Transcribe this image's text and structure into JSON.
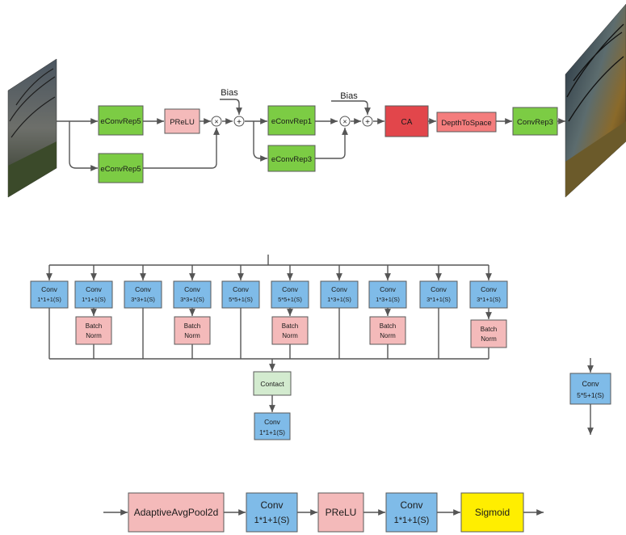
{
  "colors": {
    "green": "#7ccc44",
    "pink": "#f4baba",
    "red": "#e2464b",
    "salmon": "#f47d7d",
    "blue": "#7fbbe8",
    "lightgreen": "#d3ebcf",
    "yellow": "#ffee00",
    "line": "#555555"
  },
  "top": {
    "econvrep5_a": "eConvRep5",
    "econvrep5_b": "eConvRep5",
    "prelu": "PReLU",
    "bias_1": "Bias",
    "bias_2": "Bias",
    "econvrep1": "eConvRep1",
    "econvrep3": "eConvRep3",
    "ca": "CA",
    "depth_to_space": "DepthToSpace",
    "convrep3": "ConvRep3",
    "multiply_symbol": "×",
    "add_symbol": "+"
  },
  "middle": {
    "convs": [
      {
        "l1": "Conv",
        "l2": "1*1+1(S)"
      },
      {
        "l1": "Conv",
        "l2": "1*1+1(S)"
      },
      {
        "l1": "Conv",
        "l2": "3*3+1(S)"
      },
      {
        "l1": "Conv",
        "l2": "3*3+1(S)"
      },
      {
        "l1": "Conv",
        "l2": "5*5+1(S)"
      },
      {
        "l1": "Conv",
        "l2": "5*5+1(S)"
      },
      {
        "l1": "Conv",
        "l2": "1*3+1(S)"
      },
      {
        "l1": "Conv",
        "l2": "1*3+1(S)"
      },
      {
        "l1": "Conv",
        "l2": "3*1+1(S)"
      },
      {
        "l1": "Conv",
        "l2": "3*1+1(S)"
      }
    ],
    "bn": {
      "l1": "Batch",
      "l2": "Norm"
    },
    "contact": "Contact",
    "out_conv": {
      "l1": "Conv",
      "l2": "1*1+1(S)"
    },
    "side_conv": {
      "l1": "Conv",
      "l2": "5*5+1(S)"
    }
  },
  "bottom": {
    "pool": "AdaptiveAvgPool2d",
    "conv1": {
      "l1": "Conv",
      "l2": "1*1+1(S)"
    },
    "prelu": "PReLU",
    "conv2": {
      "l1": "Conv",
      "l2": "1*1+1(S)"
    },
    "sigmoid": "Sigmoid"
  }
}
